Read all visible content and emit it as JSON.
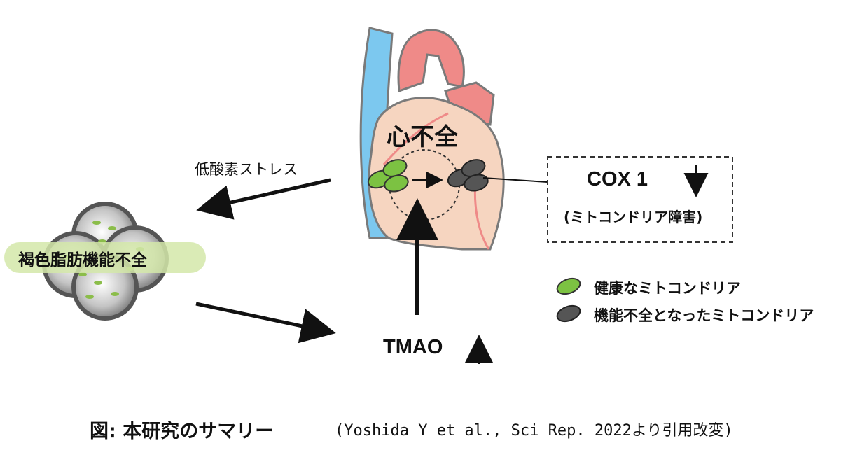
{
  "heart_label": "心不全",
  "stress_label": "低酸素ストレス",
  "brown_fat_label": "褐色脂肪機能不全",
  "tmao_label": "TMAO",
  "cox_box": {
    "title": "COX 1",
    "subtitle": "(ミトコンドリア障害)"
  },
  "legend": {
    "healthy": "健康なミトコンドリア",
    "dysfunctional": "機能不全となったミトコンドリア"
  },
  "caption": {
    "title": "図: 本研究のサマリー",
    "citation": "(Yoshida Y et al., Sci Rep. 2022より引用改変)"
  },
  "colors": {
    "healthy_mitochondria": "#7cc242",
    "dysfunctional_mitochondria": "#555555",
    "heart_tissue": "#f6d5c0",
    "heart_arteries": "#ef8a88",
    "vena_cava": "#7cc8ef",
    "brown_fat_band": "#d3e7a9"
  }
}
